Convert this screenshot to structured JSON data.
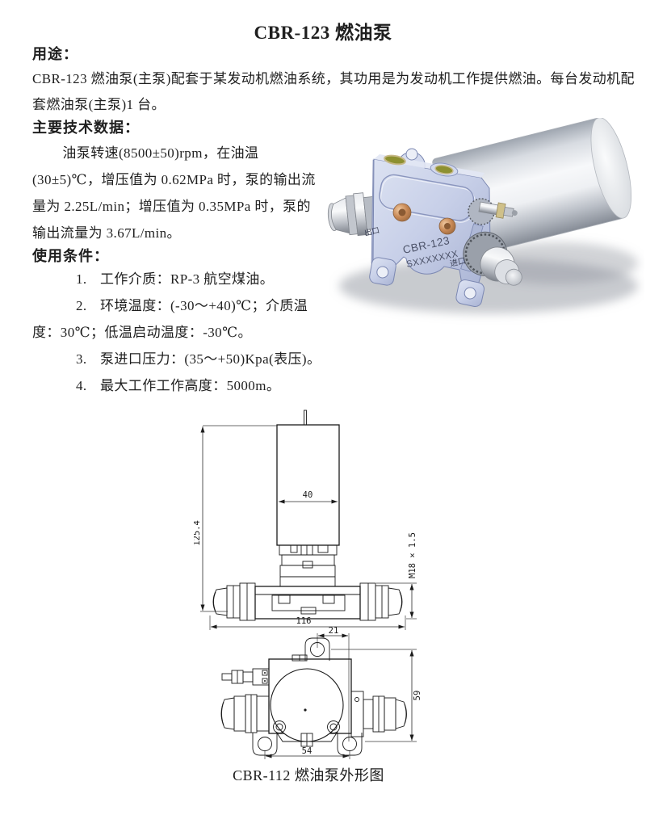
{
  "page": {
    "title": "CBR-123 燃油泵"
  },
  "purpose": {
    "heading": "用途：",
    "body": "CBR-123 燃油泵(主泵)配套于某发动机燃油系统，其功用是为发动机工作提供燃油。每台发动机配套燃油泵(主泵)1 台。"
  },
  "tech": {
    "heading": "主要技术数据：",
    "body": "油泵转速(8500±50)rpm，在油温(30±5)℃，增压值为 0.62MPa 时，泵的输出流量为 2.25L/min；增压值为 0.35MPa 时，泵的输出流量为 3.67L/min。"
  },
  "conditions": {
    "heading": "使用条件：",
    "items": [
      {
        "num": "1.",
        "text": "工作介质：RP-3 航空煤油。"
      },
      {
        "num": "2.",
        "text": "环境温度：(-30～+40)℃；介质温度：30℃；低温启动温度：-30℃。"
      },
      {
        "num": "3.",
        "text": "泵进口压力：(35～+50)Kpa(表压)。"
      },
      {
        "num": "4.",
        "text": "最大工作工作高度：5000m。"
      }
    ]
  },
  "render3d": {
    "outlet_label": "出口",
    "inlet_label": "进口",
    "model_label": "CBR-123",
    "serial_label": "SXXXXXXX",
    "colors": {
      "bracket": "#c7cfe8",
      "bracket_edge": "#7c88b2",
      "cylinder_light": "#f7f8fa",
      "cylinder_dark": "#868c96",
      "copper": "#c08051",
      "sight_glass": "#8d9030",
      "shadow": "#b9bdc2"
    }
  },
  "drawings": {
    "front_view": {
      "height_dim": "125.4",
      "motor_width_dim": "40",
      "thread_dim": "M18 × 1.5",
      "body_width_dim": "116"
    },
    "top_view": {
      "tab_offset_dim": "21",
      "depth_dim": "59",
      "hole_span_dim": "54"
    },
    "caption": "CBR-112 燃油泵外形图"
  }
}
